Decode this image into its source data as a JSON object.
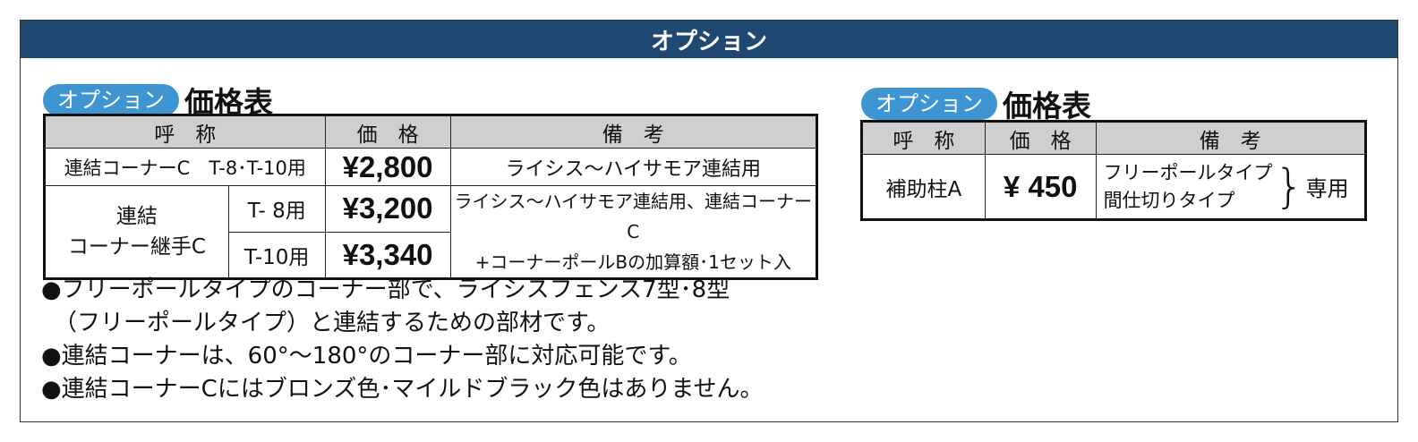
{
  "header": {
    "title": "オプション"
  },
  "left": {
    "pill": "オプション",
    "title": "価格表",
    "cols": [
      "呼　称",
      "価　格",
      "備　考"
    ],
    "row1": {
      "name": "連結コーナーC　T-8･T-10用",
      "price": "¥2,800",
      "note": "ライシス～ハイサモア連結用"
    },
    "row2": {
      "name_line1": "連結",
      "name_line2": "コーナー継手C",
      "sub_a": "T-  8用",
      "price_a": "¥3,200",
      "sub_b": "T-10用",
      "price_b": "¥3,340",
      "note_line1": "ライシス～ハイサモア連結用、連結コーナーC",
      "note_line2": "+コーナーポールBの加算額･1セット入"
    }
  },
  "right": {
    "pill": "オプション",
    "title": "価格表",
    "cols": [
      "呼　称",
      "価　格",
      "備　考"
    ],
    "row": {
      "name": "補助柱A",
      "price": "¥ 450",
      "note_line1": "フリーポールタイプ",
      "note_line2": "間仕切りタイプ",
      "note_suffix": "専用"
    }
  },
  "notes": [
    "●フリーポールタイプのコーナー部で、ライシスフェンス7型･8型",
    "（フリーポールタイプ）と連結するための部材です。",
    "●連結コーナーは、60°～180°のコーナー部に対応可能です。",
    "●連結コーナーCにはブロンズ色･マイルドブラック色はありません。"
  ]
}
